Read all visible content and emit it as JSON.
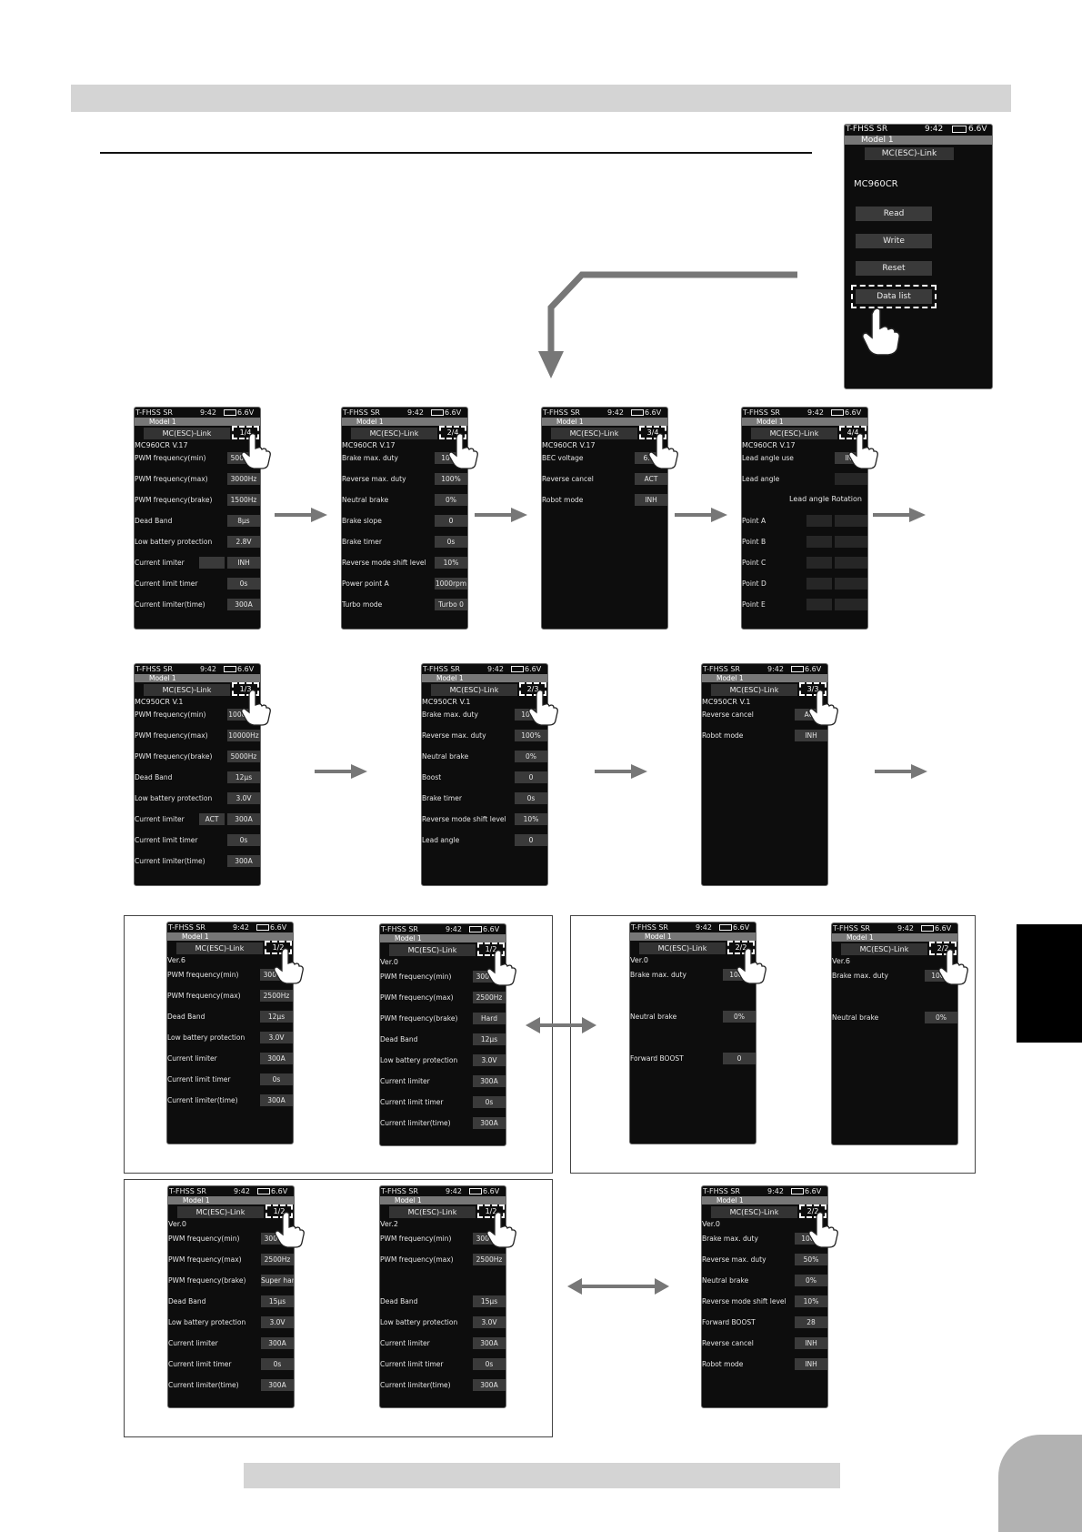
{
  "menu_screen": {
    "status": {
      "left": "T-FHSS SR",
      "time": "9:42",
      "battery": "6.6V"
    },
    "model": "Model 1",
    "header": "MC(ESC)-Link",
    "esc_name": "MC960CR",
    "buttons": [
      "Read",
      "Write",
      "Reset",
      "Data list"
    ]
  },
  "screens": [
    {
      "status": {
        "left": "T-FHSS SR",
        "time": "9:42",
        "battery": "6.6V"
      },
      "model": "Model 1",
      "header": "MC(ESC)-Link",
      "page": "1/4",
      "version": "MC960CR V.17",
      "rows": [
        {
          "label": "PWM frequency(min)",
          "value": "5000Hz"
        },
        {
          "label": "PWM frequency(max)",
          "value": "3000Hz"
        },
        {
          "label": "PWM frequency(brake)",
          "value": "1500Hz"
        },
        {
          "label": "Dead Band",
          "value": "8μs"
        },
        {
          "label": "Low battery protection",
          "value": "2.8V"
        },
        {
          "label": "Current limiter",
          "value": "INH",
          "value2": ""
        },
        {
          "label": "Current limit timer",
          "value": "0s"
        },
        {
          "label": "Current limiter(time)",
          "value": "300A"
        }
      ]
    },
    {
      "status": {
        "left": "T-FHSS SR",
        "time": "9:42",
        "battery": "6.6V"
      },
      "model": "Model 1",
      "header": "MC(ESC)-Link",
      "page": "2/4",
      "version": "MC960CR V.17",
      "rows": [
        {
          "label": "Brake max. duty",
          "value": "100%"
        },
        {
          "label": "Reverse max. duty",
          "value": "100%"
        },
        {
          "label": "Neutral brake",
          "value": "0%"
        },
        {
          "label": "Brake slope",
          "value": "0"
        },
        {
          "label": "Brake timer",
          "value": "0s"
        },
        {
          "label": "Reverse mode shift level",
          "value": "10%"
        },
        {
          "label": "Power point A",
          "value": "1000rpm"
        },
        {
          "label": "Turbo mode",
          "value": "Turbo 0"
        }
      ]
    },
    {
      "status": {
        "left": "T-FHSS SR",
        "time": "9:42",
        "battery": "6.6V"
      },
      "model": "Model 1",
      "header": "MC(ESC)-Link",
      "page": "3/4",
      "version": "MC960CR V.17",
      "rows": [
        {
          "label": "BEC voltage",
          "value": "6.0V"
        },
        {
          "label": "Reverse cancel",
          "value": "ACT"
        },
        {
          "label": "Robot mode",
          "value": "INH"
        }
      ]
    },
    {
      "status": {
        "left": "T-FHSS SR",
        "time": "9:42",
        "battery": "6.6V"
      },
      "model": "Model 1",
      "header": "MC(ESC)-Link",
      "page": "4/4",
      "version": "MC960CR V.17",
      "lead_label": "Lead angle Rotation",
      "rows": [
        {
          "label": "Lead angle use",
          "value": "INH"
        },
        {
          "label": "Lead angle",
          "value": "",
          "dim": true
        },
        {
          "label": "Point A",
          "value": "",
          "value2": "",
          "dim": true
        },
        {
          "label": "Point B",
          "value": "",
          "value2": "",
          "dim": true
        },
        {
          "label": "Point C",
          "value": "",
          "value2": "",
          "dim": true
        },
        {
          "label": "Point D",
          "value": "",
          "value2": "",
          "dim": true
        },
        {
          "label": "Point E",
          "value": "",
          "value2": "",
          "dim": true
        }
      ]
    },
    {
      "status": {
        "left": "T-FHSS SR",
        "time": "9:42",
        "battery": "6.6V"
      },
      "model": "Model 1",
      "header": "MC(ESC)-Link",
      "page": "1/3",
      "version": "MC950CR V.1",
      "rows": [
        {
          "label": "PWM frequency(min)",
          "value": "10000Hz"
        },
        {
          "label": "PWM frequency(max)",
          "value": "10000Hz"
        },
        {
          "label": "PWM frequency(brake)",
          "value": "5000Hz"
        },
        {
          "label": "Dead Band",
          "value": "12μs"
        },
        {
          "label": "Low battery protection",
          "value": "3.0V"
        },
        {
          "label": "Current limiter",
          "value": "300A",
          "value2": "ACT"
        },
        {
          "label": "Current limit timer",
          "value": "0s"
        },
        {
          "label": "Current limiter(time)",
          "value": "300A"
        }
      ]
    },
    {
      "status": {
        "left": "T-FHSS SR",
        "time": "9:42",
        "battery": "6.6V"
      },
      "model": "Model 1",
      "header": "MC(ESC)-Link",
      "page": "2/3",
      "version": "MC950CR V.1",
      "rows": [
        {
          "label": "Brake max. duty",
          "value": "100%"
        },
        {
          "label": "Reverse max. duty",
          "value": "100%"
        },
        {
          "label": "Neutral brake",
          "value": "0%"
        },
        {
          "label": "Boost",
          "value": "0"
        },
        {
          "label": "Brake timer",
          "value": "0s"
        },
        {
          "label": "Reverse mode shift level",
          "value": "10%"
        },
        {
          "label": "Lead angle",
          "value": "0"
        }
      ]
    },
    {
      "status": {
        "left": "T-FHSS SR",
        "time": "9:42",
        "battery": "6.6V"
      },
      "model": "Model 1",
      "header": "MC(ESC)-Link",
      "page": "3/3",
      "version": "MC950CR V.1",
      "rows": [
        {
          "label": "Reverse cancel",
          "value": "ACT"
        },
        {
          "label": "Robot mode",
          "value": "INH"
        }
      ]
    },
    {
      "status": {
        "left": "T-FHSS SR",
        "time": "9:42",
        "battery": "6.6V"
      },
      "model": "Model 1",
      "header": "MC(ESC)-Link",
      "page": "1/2",
      "version": "Ver.6",
      "rows": [
        {
          "label": "PWM frequency(min)",
          "value": "3000Hz"
        },
        {
          "label": "PWM frequency(max)",
          "value": "2500Hz"
        },
        {
          "label": "Dead Band",
          "value": "12μs"
        },
        {
          "label": "Low battery protection",
          "value": "3.0V"
        },
        {
          "label": "Current limiter",
          "value": "300A"
        },
        {
          "label": "Current limit timer",
          "value": "0s"
        },
        {
          "label": "Current limiter(time)",
          "value": "300A"
        }
      ]
    },
    {
      "status": {
        "left": "T-FHSS SR",
        "time": "9:42",
        "battery": "6.6V"
      },
      "model": "Model 1",
      "header": "MC(ESC)-Link",
      "page": "1/2",
      "version": "Ver.0",
      "rows": [
        {
          "label": "PWM frequency(min)",
          "value": "3000Hz"
        },
        {
          "label": "PWM frequency(max)",
          "value": "2500Hz"
        },
        {
          "label": "PWM frequency(brake)",
          "value": "Hard"
        },
        {
          "label": "Dead Band",
          "value": "12μs"
        },
        {
          "label": "Low battery protection",
          "value": "3.0V"
        },
        {
          "label": "Current limiter",
          "value": "300A"
        },
        {
          "label": "Current limit timer",
          "value": "0s"
        },
        {
          "label": "Current limiter(time)",
          "value": "300A"
        }
      ]
    },
    {
      "status": {
        "left": "T-FHSS SR",
        "time": "9:42",
        "battery": "6.6V"
      },
      "model": "Model 1",
      "header": "MC(ESC)-Link",
      "page": "2/2",
      "version": "Ver.0",
      "rows": [
        {
          "label": "Brake max. duty",
          "value": "100%"
        },
        {
          "label": "Neutral brake",
          "value": "0%"
        },
        {
          "label": "Forward BOOST",
          "value": "0"
        }
      ]
    },
    {
      "status": {
        "left": "T-FHSS SR",
        "time": "9:42",
        "battery": "6.6V"
      },
      "model": "Model 1",
      "header": "MC(ESC)-Link",
      "page": "2/2",
      "version": "Ver.6",
      "rows": [
        {
          "label": "Brake max. duty",
          "value": "100%"
        },
        {
          "label": "Neutral brake",
          "value": "0%"
        }
      ]
    },
    {
      "status": {
        "left": "T-FHSS SR",
        "time": "9:42",
        "battery": "6.6V"
      },
      "model": "Model 1",
      "header": "MC(ESC)-Link",
      "page": "1/2",
      "version": "Ver.0",
      "rows": [
        {
          "label": "PWM frequency(min)",
          "value": "3000Hz"
        },
        {
          "label": "PWM frequency(max)",
          "value": "2500Hz"
        },
        {
          "label": "PWM frequency(brake)",
          "value": "Super hard"
        },
        {
          "label": "Dead Band",
          "value": "15μs"
        },
        {
          "label": "Low battery protection",
          "value": "3.0V"
        },
        {
          "label": "Current limiter",
          "value": "300A"
        },
        {
          "label": "Current limit timer",
          "value": "0s"
        },
        {
          "label": "Current limiter(time)",
          "value": "300A"
        }
      ]
    },
    {
      "status": {
        "left": "T-FHSS SR",
        "time": "9:42",
        "battery": "6.6V"
      },
      "model": "Model 1",
      "header": "MC(ESC)-Link",
      "page": "1/2",
      "version": "Ver.2",
      "rows": [
        {
          "label": "PWM frequency(min)",
          "value": "3000Hz"
        },
        {
          "label": "PWM frequency(max)",
          "value": "2500Hz"
        },
        {
          "label": "Dead Band",
          "value": "15μs"
        },
        {
          "label": "Low battery protection",
          "value": "3.0V"
        },
        {
          "label": "Current limiter",
          "value": "300A"
        },
        {
          "label": "Current limit timer",
          "value": "0s"
        },
        {
          "label": "Current limiter(time)",
          "value": "300A"
        }
      ]
    },
    {
      "status": {
        "left": "T-FHSS SR",
        "time": "9:42",
        "battery": "6.6V"
      },
      "model": "Model 1",
      "header": "MC(ESC)-Link",
      "page": "2/2",
      "version": "Ver.0",
      "rows": [
        {
          "label": "Brake max. duty",
          "value": "100%"
        },
        {
          "label": "Reverse max. duty",
          "value": "50%"
        },
        {
          "label": "Neutral brake",
          "value": "0%"
        },
        {
          "label": "Reverse mode shift level",
          "value": "10%"
        },
        {
          "label": "Forward BOOST",
          "value": "28"
        },
        {
          "label": "Reverse cancel",
          "value": "INH"
        },
        {
          "label": "Robot mode",
          "value": "INH"
        }
      ]
    }
  ],
  "colors": {
    "band": "#d4d4d4",
    "screen_bg": "#0d0d0d",
    "side_tab": "#000000",
    "corner_tab": "#b2b2b2"
  }
}
